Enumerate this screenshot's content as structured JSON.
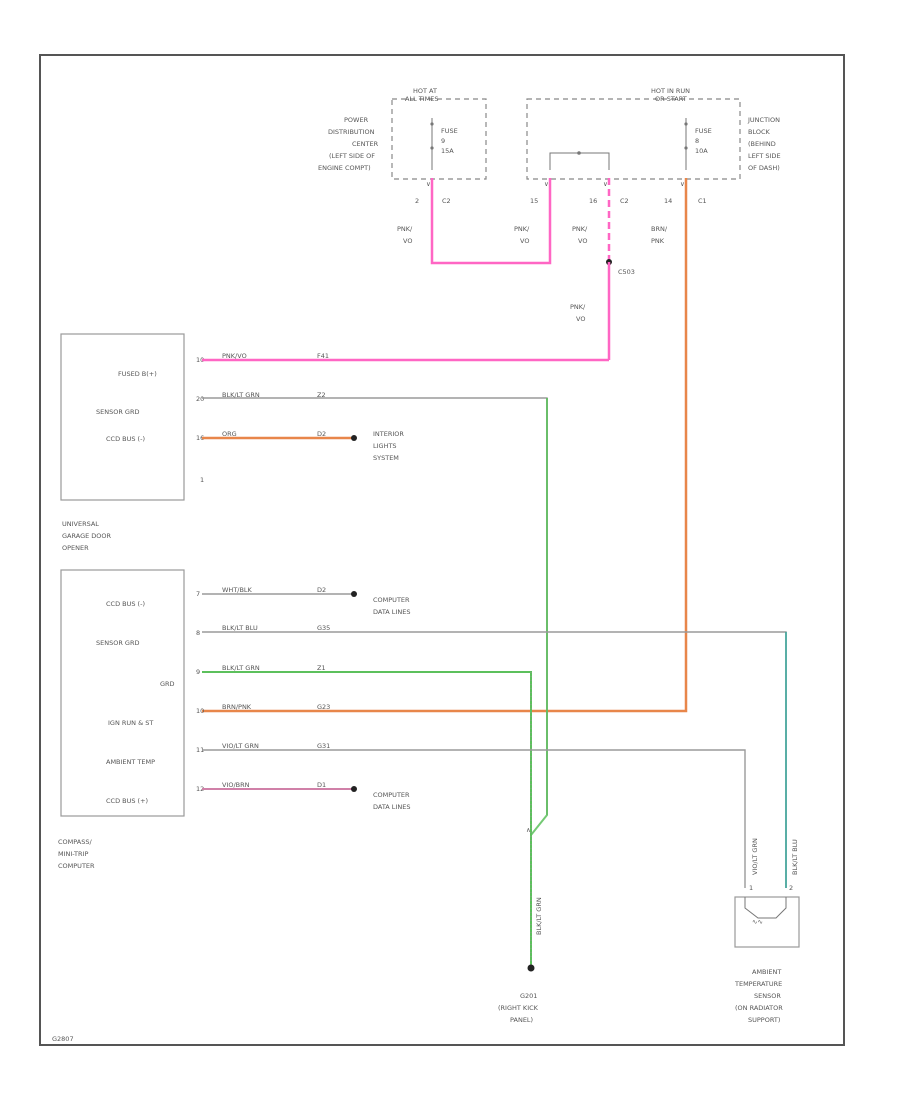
{
  "colors": {
    "pink": "#ff66c4",
    "orange": "#e8864a",
    "green": "#5cc05c",
    "teal": "#3aa59a",
    "gray": "#9a9a9a",
    "pinkdark": "#d080a8"
  },
  "pdc": {
    "header": [
      "HOT AT",
      "ALL TIMES"
    ],
    "fuse": [
      "FUSE",
      "9",
      "15A"
    ],
    "desc": [
      "POWER",
      "DISTRIBUTION",
      "CENTER",
      "(LEFT SIDE OF",
      "ENGINE COMPT)"
    ],
    "pin": "2",
    "conn": "C2"
  },
  "jb": {
    "header": [
      "HOT IN RUN",
      "OR START"
    ],
    "fuse": [
      "FUSE",
      "8",
      "10A"
    ],
    "desc": [
      "JUNCTION",
      "BLOCK",
      "(BEHIND",
      "LEFT SIDE",
      "OF DASH)"
    ],
    "pins": [
      "15",
      "16",
      "14"
    ],
    "conn_c2": "C2",
    "conn_c1": "C1"
  },
  "wires": {
    "pink_vo_1": [
      "PNK/",
      "VO"
    ],
    "pink_vo_2": [
      "PNK/",
      "VO"
    ],
    "pink_vo_3": [
      "PNK/",
      "VO"
    ],
    "pink_vo_4": [
      "PNK/",
      "VO"
    ],
    "brn_pnk": [
      "BRN/",
      "PNK"
    ],
    "splice": "C503"
  },
  "ugdo": {
    "name": [
      "UNIVERSAL",
      "GARAGE DOOR",
      "OPENER"
    ],
    "pins": [
      "FUSED B(+)",
      "SENSOR GRD",
      "CCD BUS (-)"
    ],
    "pin_nums": [
      "10",
      "20",
      "16",
      "1"
    ],
    "wire_colors": [
      "PNK/VO",
      "BLK/LT GRN",
      "ORG"
    ],
    "circuits": [
      "F41",
      "Z2",
      "D2"
    ],
    "interior": [
      "INTERIOR",
      "LIGHTS",
      "SYSTEM"
    ]
  },
  "trip": {
    "name": [
      "COMPASS/",
      "MINI-TRIP",
      "COMPUTER"
    ],
    "pins": [
      "CCD BUS (-)",
      "SENSOR GRD",
      "GRD",
      "IGN RUN & ST",
      "AMBIENT TEMP",
      "CCD BUS (+)"
    ],
    "pin_nums": [
      "7",
      "8",
      "9",
      "10",
      "11",
      "12"
    ],
    "wire_colors": [
      "WHT/BLK",
      "BLK/LT BLU",
      "BLK/LT GRN",
      "BRN/PNK",
      "VIO/LT GRN",
      "VIO/BRN"
    ],
    "circuits": [
      "D2",
      "G35",
      "Z1",
      "G23",
      "G31",
      "D1"
    ],
    "data_lines_1": [
      "COMPUTER",
      "DATA LINES"
    ],
    "data_lines_2": [
      "COMPUTER",
      "DATA LINES"
    ]
  },
  "ground": {
    "vert_wire": "BLK/LT GRN",
    "label": [
      "G201",
      "(RIGHT KICK",
      "PANEL)"
    ]
  },
  "sensor": {
    "wire_a": "VIO/LT GRN",
    "wire_b": "BLK/LT BLU",
    "label": [
      "AMBIENT",
      "TEMPERATURE",
      "SENSOR",
      "(ON RADIATOR",
      "SUPPORT)"
    ],
    "pins": [
      "1",
      "2"
    ]
  },
  "footer": "G2807"
}
